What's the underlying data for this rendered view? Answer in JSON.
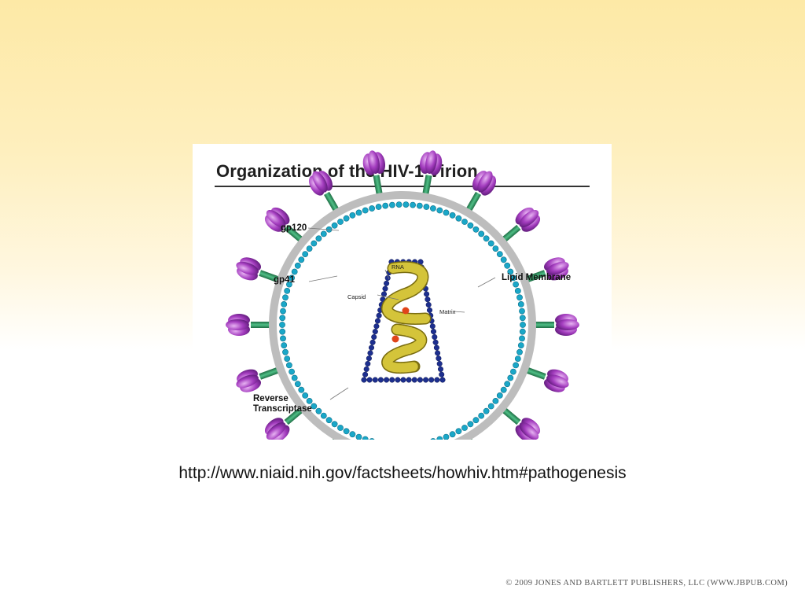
{
  "figure": {
    "title": "Organization of the HIV-1 Virion",
    "labels": {
      "gp120": "gp120",
      "gp41": "gp41",
      "lipid_membrane": "Lipid Membrane",
      "rna": "RNA",
      "capsid": "Capsid",
      "matrix": "Matrix",
      "reverse_transcriptase_line1": "Reverse",
      "reverse_transcriptase_line2": "Transcriptase"
    },
    "colors": {
      "gp120": "#9b2fb5",
      "gp41": "#2e8b57",
      "membrane": "#c8c8c8",
      "matrix_beads": "#1aa7c8",
      "capsid_beads": "#1d2f8f",
      "rna": "#c9b92a",
      "reverse_transcriptase": "#e0441a"
    }
  },
  "source_url": "http://www.niaid.nih.gov/factsheets/howhiv.htm#pathogenesis",
  "copyright": "© 2009 JONES AND BARTLETT PUBLISHERS, LLC (WWW.JBPUB.COM)"
}
